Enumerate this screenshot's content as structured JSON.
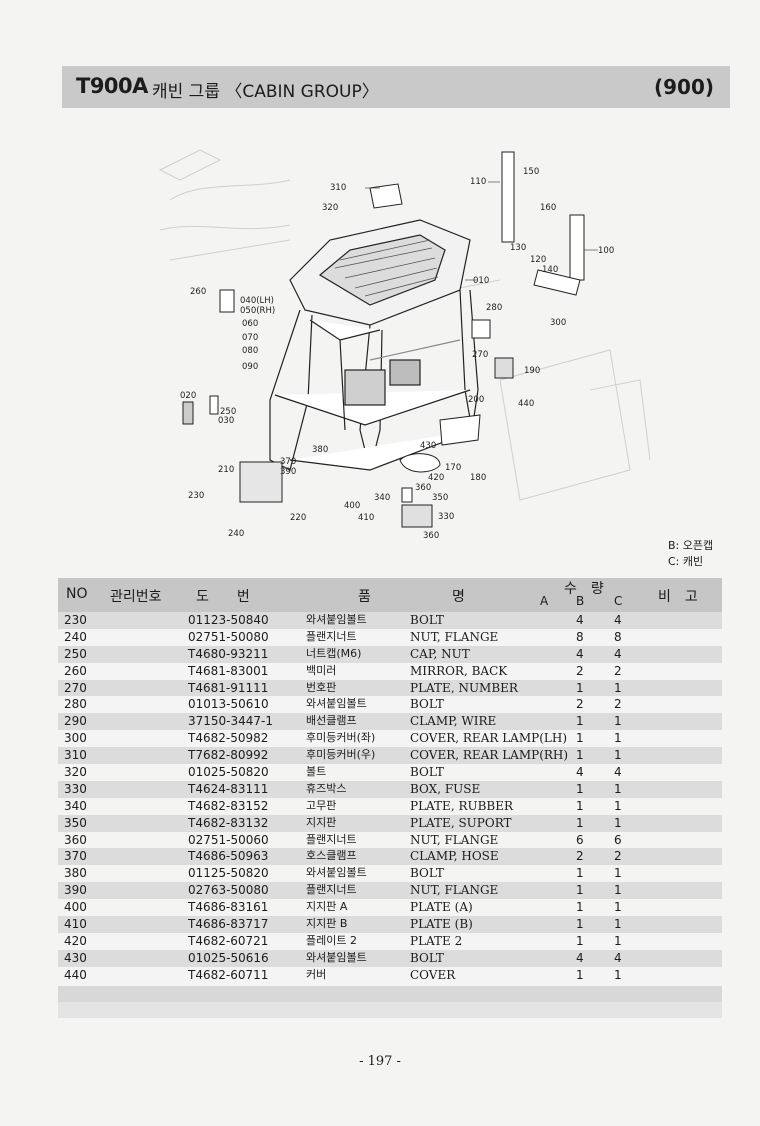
{
  "header": {
    "model": "T900A",
    "group_title": "캐빈 그룹 〈CABIN GROUP〉",
    "group_code": "(900)"
  },
  "legend": {
    "b": "B: 오픈캡",
    "c": "C: 캐빈"
  },
  "diagram": {
    "callouts": [
      "010",
      "020",
      "030",
      "040(LH)",
      "050(RH)",
      "060",
      "070",
      "080",
      "090",
      "100",
      "110",
      "120",
      "130",
      "140",
      "150",
      "160",
      "170",
      "180",
      "190",
      "200",
      "210",
      "220",
      "230",
      "240",
      "250",
      "260",
      "270",
      "280",
      "300",
      "310",
      "320",
      "330",
      "340",
      "350",
      "360",
      "370",
      "380",
      "390",
      "400",
      "410",
      "420",
      "430",
      "440"
    ]
  },
  "table": {
    "headers": {
      "no": "NO",
      "mgmt": "관리번호",
      "drawing": "도　　번",
      "name_left": "품",
      "name_right": "명",
      "qty": "수　량",
      "a": "A",
      "b": "B",
      "c": "C",
      "remark": "비　고"
    },
    "rows": [
      {
        "no": "230",
        "part": "01123-50840",
        "kor": "와셔붙임볼트",
        "eng": "BOLT",
        "b": "4",
        "c": "4"
      },
      {
        "no": "240",
        "part": "02751-50080",
        "kor": "플랜지너트",
        "eng": "NUT, FLANGE",
        "b": "8",
        "c": "8"
      },
      {
        "no": "250",
        "part": "T4680-93211",
        "kor": "너트캡(M6)",
        "eng": "CAP, NUT",
        "b": "4",
        "c": "4"
      },
      {
        "no": "260",
        "part": "T4681-83001",
        "kor": "백미러",
        "eng": "MIRROR, BACK",
        "b": "2",
        "c": "2"
      },
      {
        "no": "270",
        "part": "T4681-91111",
        "kor": "번호판",
        "eng": "PLATE, NUMBER",
        "b": "1",
        "c": "1"
      },
      {
        "no": "280",
        "part": "01013-50610",
        "kor": "와셔붙임볼트",
        "eng": "BOLT",
        "b": "2",
        "c": "2"
      },
      {
        "no": "290",
        "part": "37150-3447-1",
        "kor": "배선클램프",
        "eng": "CLAMP, WIRE",
        "b": "1",
        "c": "1"
      },
      {
        "no": "300",
        "part": "T4682-50982",
        "kor": "후미등커버(좌)",
        "eng": "COVER, REAR LAMP(LH)",
        "b": "1",
        "c": "1"
      },
      {
        "no": "310",
        "part": "T7682-80992",
        "kor": "후미등커버(우)",
        "eng": "COVER, REAR LAMP(RH)",
        "b": "1",
        "c": "1"
      },
      {
        "no": "320",
        "part": "01025-50820",
        "kor": "볼트",
        "eng": "BOLT",
        "b": "4",
        "c": "4"
      },
      {
        "no": "330",
        "part": "T4624-83111",
        "kor": "휴즈박스",
        "eng": "BOX, FUSE",
        "b": "1",
        "c": "1"
      },
      {
        "no": "340",
        "part": "T4682-83152",
        "kor": "고무판",
        "eng": "PLATE, RUBBER",
        "b": "1",
        "c": "1"
      },
      {
        "no": "350",
        "part": "T4682-83132",
        "kor": "지지판",
        "eng": "PLATE, SUPORT",
        "b": "1",
        "c": "1"
      },
      {
        "no": "360",
        "part": "02751-50060",
        "kor": "플랜지너트",
        "eng": "NUT, FLANGE",
        "b": "6",
        "c": "6"
      },
      {
        "no": "370",
        "part": "T4686-50963",
        "kor": "호스클램프",
        "eng": "CLAMP, HOSE",
        "b": "2",
        "c": "2"
      },
      {
        "no": "380",
        "part": "01125-50820",
        "kor": "와셔붙임볼트",
        "eng": "BOLT",
        "b": "1",
        "c": "1"
      },
      {
        "no": "390",
        "part": "02763-50080",
        "kor": "플랜지너트",
        "eng": "NUT, FLANGE",
        "b": "1",
        "c": "1"
      },
      {
        "no": "400",
        "part": "T4686-83161",
        "kor": "지지판 A",
        "eng": "PLATE (A)",
        "b": "1",
        "c": "1"
      },
      {
        "no": "410",
        "part": "T4686-83717",
        "kor": "지지판 B",
        "eng": "PLATE (B)",
        "b": "1",
        "c": "1"
      },
      {
        "no": "420",
        "part": "T4682-60721",
        "kor": "플레이트 2",
        "eng": "PLATE 2",
        "b": "1",
        "c": "1"
      },
      {
        "no": "430",
        "part": "01025-50616",
        "kor": "와셔붙임볼트",
        "eng": "BOLT",
        "b": "4",
        "c": "4"
      },
      {
        "no": "440",
        "part": "T4682-60711",
        "kor": "커버",
        "eng": "COVER",
        "b": "1",
        "c": "1"
      }
    ]
  },
  "footer": {
    "page_number": "- 197 -"
  }
}
